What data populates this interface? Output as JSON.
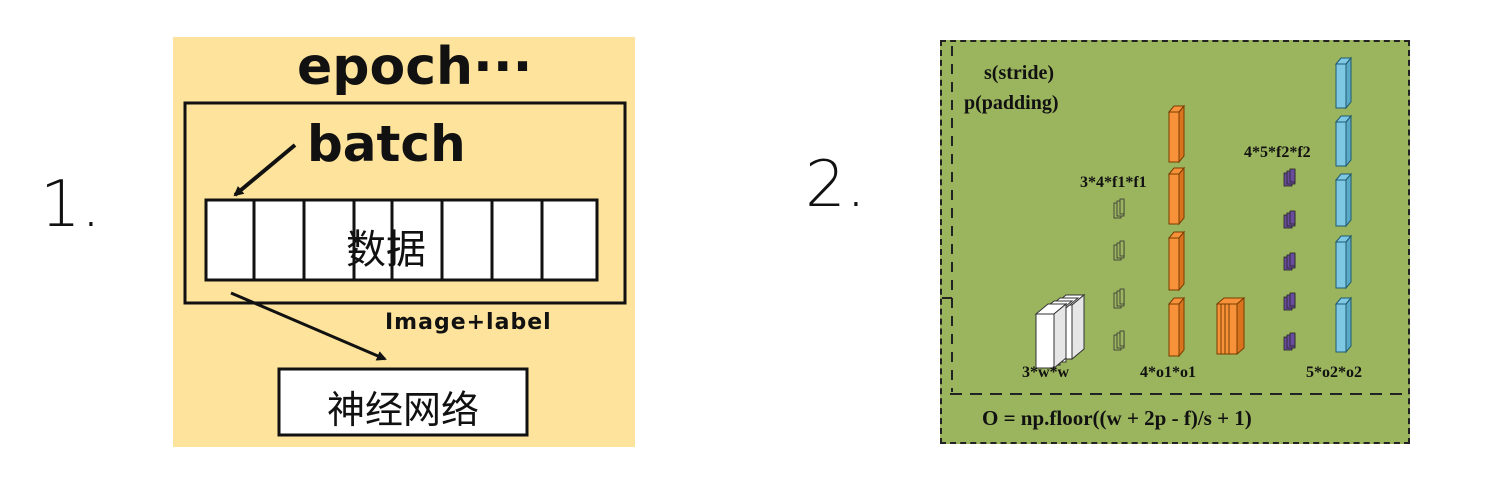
{
  "step1": {
    "label": "1.",
    "epoch": "epoch···",
    "batch": "batch",
    "data": "数据",
    "image_label": "Image+label",
    "network": "神经网络"
  },
  "step2": {
    "label": "2.",
    "stride": "s(stride)",
    "padding": "p(padding)",
    "kernel1": "3*4*f1*f1",
    "kernel2": "4*5*f2*f2",
    "input_dims": "3*w*w",
    "output1_dims": "4*o1*o1",
    "output2_dims": "5*o2*o2",
    "formula": "O = np.floor((w + 2p - f)/s + 1)"
  },
  "colors": {
    "panel1_bg": "#fde39b",
    "panel2_bg": "#9bb45e",
    "orange": "#f7923a",
    "blue": "#7ec8e3",
    "purple": "#6a4c9c"
  }
}
